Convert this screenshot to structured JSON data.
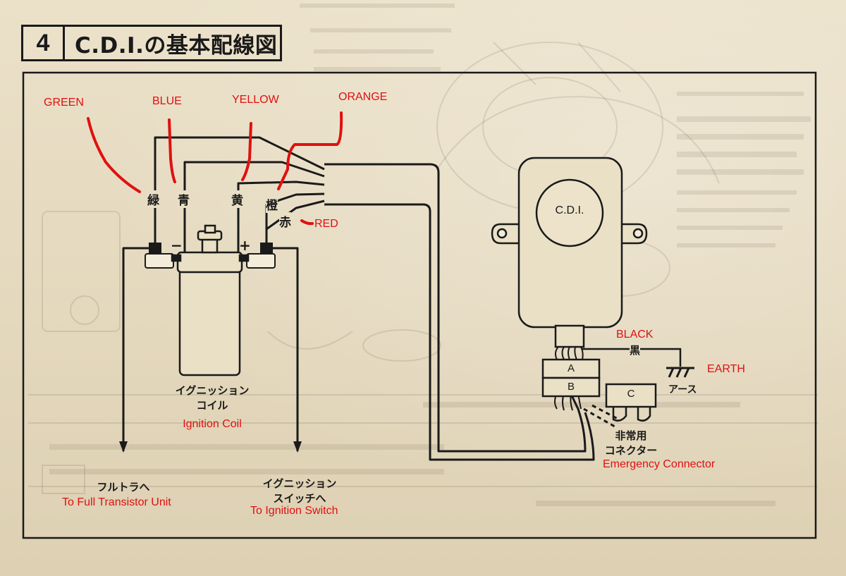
{
  "title": {
    "number": "4",
    "text": "C.D.I.の基本配線図"
  },
  "wire_labels_jp": {
    "green": "緑",
    "blue": "青",
    "yellow": "黄",
    "orange": "橙",
    "red": "赤",
    "black": "黒"
  },
  "annotations_en": {
    "green": "GREEN",
    "blue": "BLUE",
    "yellow": "YELLOW",
    "orange": "ORANGE",
    "red": "RED",
    "black": "BLACK",
    "earth": "EARTH",
    "ignition_coil": "Ignition Coil",
    "emergency_connector": "Emergency Connector",
    "to_full_transistor": "To Full Transistor Unit",
    "to_ignition_switch": "To Ignition Switch"
  },
  "components": {
    "coil_line1": "イグニッション",
    "coil_line2": "コイル",
    "cdi": "C.D.I.",
    "connector_a": "A",
    "connector_b": "B",
    "connector_c": "C",
    "earth_jp": "アース",
    "emergency_line1": "非常用",
    "emergency_line2": "コネクター",
    "to_full_transistor_jp": "フルトラへ",
    "to_switch_line1": "イグニッション",
    "to_switch_line2": "スイッチへ",
    "minus": "−",
    "plus": "+"
  },
  "colors": {
    "annotation_red": "#e01010",
    "ink": "#1a1a1a",
    "paper": "#e7dcc2"
  }
}
